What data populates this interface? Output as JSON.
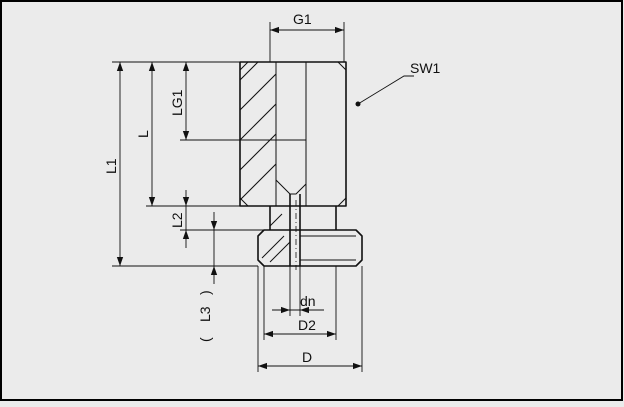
{
  "drawing": {
    "labels": {
      "g1": "G1",
      "sw1": "SW1",
      "lg1": "LG1",
      "l": "L",
      "l1": "L1",
      "l2": "L2",
      "l3": "L3",
      "l3_open": "(",
      "l3_close": ")",
      "dn": "dn",
      "d2": "D2",
      "d": "D"
    },
    "colors": {
      "background": "#ebebeb",
      "line": "#111111",
      "frame": "#000000"
    }
  }
}
